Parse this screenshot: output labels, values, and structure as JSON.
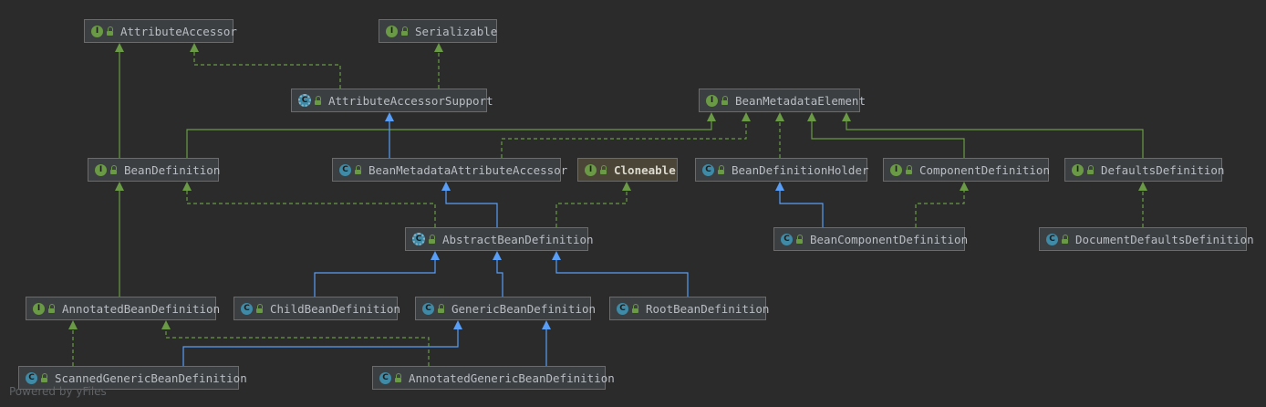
{
  "nodes": [
    {
      "id": "AttributeAccessor",
      "label": "AttributeAccessor",
      "kind": "interface",
      "badge": "I"
    },
    {
      "id": "Serializable",
      "label": "Serializable",
      "kind": "interface",
      "badge": "I"
    },
    {
      "id": "AttributeAccessorSupport",
      "label": "AttributeAccessorSupport",
      "kind": "abstract",
      "badge": "C"
    },
    {
      "id": "BeanMetadataElement",
      "label": "BeanMetadataElement",
      "kind": "interface",
      "badge": "I"
    },
    {
      "id": "BeanDefinition",
      "label": "BeanDefinition",
      "kind": "interface",
      "badge": "I"
    },
    {
      "id": "BeanMetadataAttributeAccessor",
      "label": "BeanMetadataAttributeAccessor",
      "kind": "class",
      "badge": "C"
    },
    {
      "id": "Cloneable",
      "label": "Cloneable",
      "kind": "interface",
      "badge": "I",
      "highlight": true
    },
    {
      "id": "BeanDefinitionHolder",
      "label": "BeanDefinitionHolder",
      "kind": "class",
      "badge": "C"
    },
    {
      "id": "ComponentDefinition",
      "label": "ComponentDefinition",
      "kind": "interface",
      "badge": "I"
    },
    {
      "id": "DefaultsDefinition",
      "label": "DefaultsDefinition",
      "kind": "interface",
      "badge": "I"
    },
    {
      "id": "AbstractBeanDefinition",
      "label": "AbstractBeanDefinition",
      "kind": "abstract",
      "badge": "C"
    },
    {
      "id": "BeanComponentDefinition",
      "label": "BeanComponentDefinition",
      "kind": "class",
      "badge": "C"
    },
    {
      "id": "DocumentDefaultsDefinition",
      "label": "DocumentDefaultsDefinition",
      "kind": "class",
      "badge": "C"
    },
    {
      "id": "AnnotatedBeanDefinition",
      "label": "AnnotatedBeanDefinition",
      "kind": "interface",
      "badge": "I"
    },
    {
      "id": "ChildBeanDefinition",
      "label": "ChildBeanDefinition",
      "kind": "class",
      "badge": "C"
    },
    {
      "id": "GenericBeanDefinition",
      "label": "GenericBeanDefinition",
      "kind": "class",
      "badge": "C"
    },
    {
      "id": "RootBeanDefinition",
      "label": "RootBeanDefinition",
      "kind": "class",
      "badge": "C"
    },
    {
      "id": "ScannedGenericBeanDefinition",
      "label": "ScannedGenericBeanDefinition",
      "kind": "class",
      "badge": "C"
    },
    {
      "id": "AnnotatedGenericBeanDefinition",
      "label": "AnnotatedGenericBeanDefinition",
      "kind": "class",
      "badge": "C"
    }
  ],
  "edges": [
    {
      "from": "BeanDefinition",
      "to": "AttributeAccessor",
      "type": "extends-interface"
    },
    {
      "from": "BeanDefinition",
      "to": "BeanMetadataElement",
      "type": "extends-interface"
    },
    {
      "from": "AttributeAccessorSupport",
      "to": "AttributeAccessor",
      "type": "implements"
    },
    {
      "from": "AttributeAccessorSupport",
      "to": "Serializable",
      "type": "implements"
    },
    {
      "from": "BeanMetadataAttributeAccessor",
      "to": "AttributeAccessorSupport",
      "type": "extends"
    },
    {
      "from": "BeanMetadataAttributeAccessor",
      "to": "BeanMetadataElement",
      "type": "implements"
    },
    {
      "from": "BeanDefinitionHolder",
      "to": "BeanMetadataElement",
      "type": "implements"
    },
    {
      "from": "ComponentDefinition",
      "to": "BeanMetadataElement",
      "type": "extends-interface"
    },
    {
      "from": "DefaultsDefinition",
      "to": "BeanMetadataElement",
      "type": "extends-interface"
    },
    {
      "from": "AbstractBeanDefinition",
      "to": "BeanMetadataAttributeAccessor",
      "type": "extends"
    },
    {
      "from": "AbstractBeanDefinition",
      "to": "BeanDefinition",
      "type": "implements"
    },
    {
      "from": "AbstractBeanDefinition",
      "to": "Cloneable",
      "type": "implements"
    },
    {
      "from": "BeanComponentDefinition",
      "to": "BeanDefinitionHolder",
      "type": "extends"
    },
    {
      "from": "BeanComponentDefinition",
      "to": "ComponentDefinition",
      "type": "implements"
    },
    {
      "from": "DocumentDefaultsDefinition",
      "to": "DefaultsDefinition",
      "type": "implements"
    },
    {
      "from": "AnnotatedBeanDefinition",
      "to": "BeanDefinition",
      "type": "extends-interface"
    },
    {
      "from": "ChildBeanDefinition",
      "to": "AbstractBeanDefinition",
      "type": "extends"
    },
    {
      "from": "GenericBeanDefinition",
      "to": "AbstractBeanDefinition",
      "type": "extends"
    },
    {
      "from": "RootBeanDefinition",
      "to": "AbstractBeanDefinition",
      "type": "extends"
    },
    {
      "from": "ScannedGenericBeanDefinition",
      "to": "GenericBeanDefinition",
      "type": "extends"
    },
    {
      "from": "ScannedGenericBeanDefinition",
      "to": "AnnotatedBeanDefinition",
      "type": "implements"
    },
    {
      "from": "AnnotatedGenericBeanDefinition",
      "to": "GenericBeanDefinition",
      "type": "extends"
    },
    {
      "from": "AnnotatedGenericBeanDefinition",
      "to": "AnnotatedBeanDefinition",
      "type": "implements"
    }
  ],
  "colors": {
    "background": "#2b2b2b",
    "extends_class": "#589df6",
    "interface_edge": "#6a9a45",
    "interface_badge": "#6a9a45",
    "class_badge": "#3f8aa6",
    "highlight_node": "#4a4536"
  },
  "footer": {
    "text": "Powered by yFiles"
  }
}
